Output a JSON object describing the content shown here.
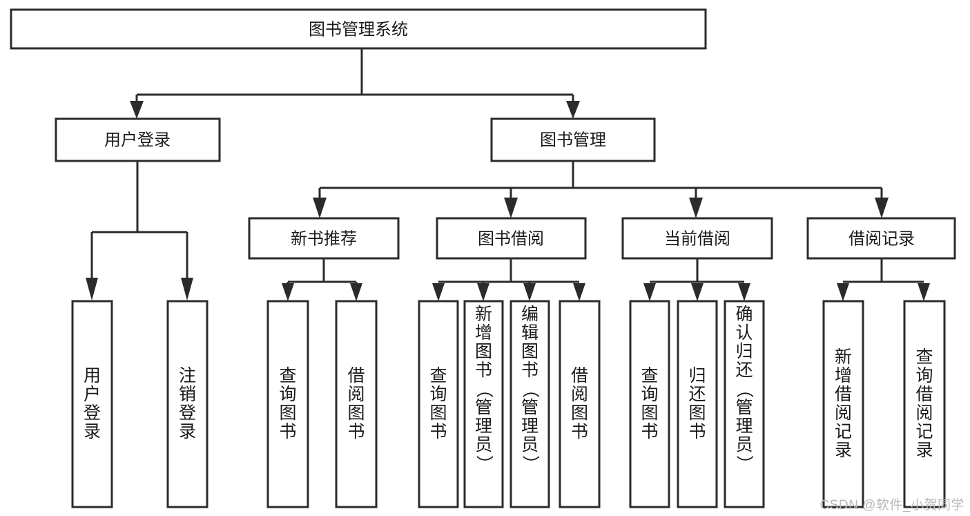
{
  "diagram": {
    "title": "图书管理系统",
    "type": "tree",
    "watermark": "CSDN @软件_小贺同学",
    "colors": {
      "box_stroke": "#2b2b2b",
      "box_fill": "#ffffff",
      "text": "#1a1a1a",
      "watermark": "#b9b9b9",
      "background": "#ffffff"
    },
    "root": {
      "label": "图书管理系统"
    },
    "level2": [
      {
        "label": "用户登录"
      },
      {
        "label": "图书管理"
      }
    ],
    "level3": [
      {
        "label": "新书推荐"
      },
      {
        "label": "图书借阅"
      },
      {
        "label": "当前借阅"
      },
      {
        "label": "借阅记录"
      }
    ],
    "leaves": {
      "user_login": [
        {
          "label": "用户登录"
        },
        {
          "label": "注销登录"
        }
      ],
      "new_book_recommend": [
        {
          "label": "查询图书"
        },
        {
          "label": "借阅图书"
        }
      ],
      "book_borrow": [
        {
          "label": "查询图书"
        },
        {
          "label": "新增图书（管理员）"
        },
        {
          "label": "编辑图书（管理员）"
        },
        {
          "label": "借阅图书"
        }
      ],
      "current_borrow": [
        {
          "label": "查询图书"
        },
        {
          "label": "归还图书"
        },
        {
          "label": "确认归还（管理员）"
        }
      ],
      "borrow_record": [
        {
          "label": "新增借阅记录"
        },
        {
          "label": "查询借阅记录"
        }
      ]
    }
  }
}
